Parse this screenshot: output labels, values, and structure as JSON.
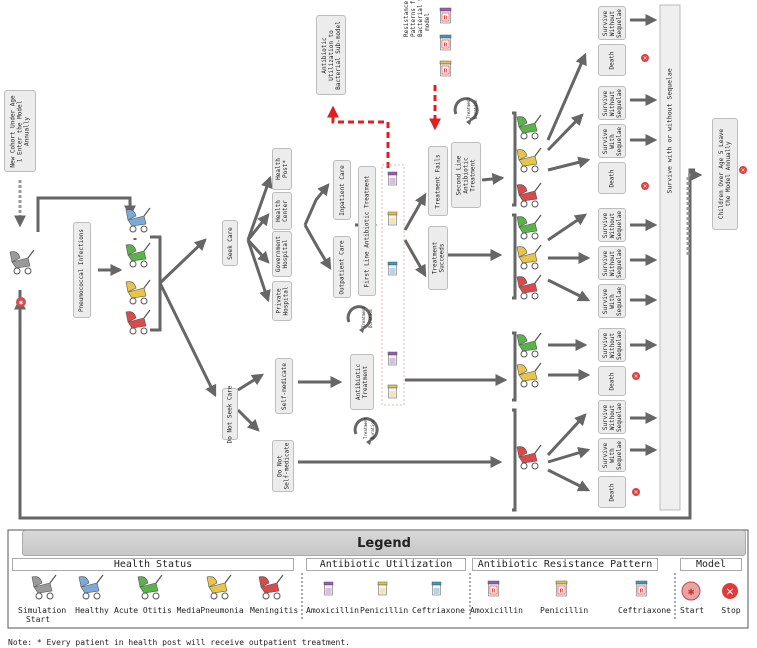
{
  "nodes": {
    "new_cohort": "New Cohort Under Age\n1 Enter the Model\nAnnually",
    "pneumococcal": "Pneumococcal Infections",
    "seek_care": "Seek Care",
    "do_not_seek_care": "Do Not Seek Care",
    "private_hospital": "Private\nHospital",
    "government_hospital": "Government\nHospital",
    "health_center": "Health\nCenter",
    "health_post": "Health\nPost*",
    "self_medicate": "Self-medicate",
    "do_not_self_medicate": "Do Not\nSelf-medicate",
    "outpatient_care": "Outpatient Care",
    "inpatient_care": "Inpatient Care",
    "first_line": "First Line Antibiotic Treatment",
    "antibiotic_treatment": "Antibiotic\nTreatment",
    "treatment_duration_1": "Treatment\nDuration",
    "treatment_duration_2": "Treatment\nDuration",
    "treatment_duration_3": "Treatment\nDuration",
    "antibiotic_utilization": "Antibiotic\nUtilization to\nBacterial Sub-model",
    "resistance_pattern": "Resistance\nPatterns from\nBacterial Sub-\nmodel",
    "treatment_fails": "Treatment Fails",
    "second_line": "Second Line\nAntibiotic\nTreatment",
    "treatment_succeeds": "Treatment\nSucceeds",
    "survive_without": "Survive\nWithout\nSequelae",
    "survive_with": "Survive\nWith\nSequelae",
    "death": "Death",
    "survive_with_or_without": "Survive with or without Sequelae",
    "children_leave": "Children Over Age 5 Leave\nthe Model Annually"
  },
  "legend": {
    "title": "Legend",
    "health_status": {
      "title": "Health Status",
      "items": [
        "Simulation\nStart",
        "Healthy",
        "Acute Otitis Media",
        "Pneumonia",
        "Meningitis"
      ]
    },
    "antibiotic_utilization": {
      "title": "Antibiotic Utilization",
      "items": [
        "Amoxicillin",
        "Penicillin",
        "Ceftriaxone"
      ]
    },
    "resistance_pattern": {
      "title": "Antibiotic Resistance Pattern",
      "items": [
        "Amoxicillin",
        "Penicillin",
        "Ceftriaxone"
      ]
    },
    "model": {
      "title": "Model",
      "items": [
        "Start",
        "Stop"
      ]
    }
  },
  "note": "Note: * Every patient in health post will receive outpatient treatment.",
  "colors": {
    "start": "#d94a4a",
    "healthy": "#7ea8d8",
    "aom": "#5bb24a",
    "pneumonia": "#e7c44a",
    "meningitis": "#d94a4a",
    "simulation": "#9a9a9a",
    "amoxicillin": "#9b59b6",
    "penicillin": "#e5c24e",
    "ceftriaxone": "#3a9bbf",
    "arrow": "#666666",
    "dashed_red": "#e02020"
  },
  "icons": [
    "stroller-icon",
    "vial-icon",
    "r-bottle-icon",
    "start-icon",
    "stop-icon",
    "cycle-arrow-icon"
  ]
}
